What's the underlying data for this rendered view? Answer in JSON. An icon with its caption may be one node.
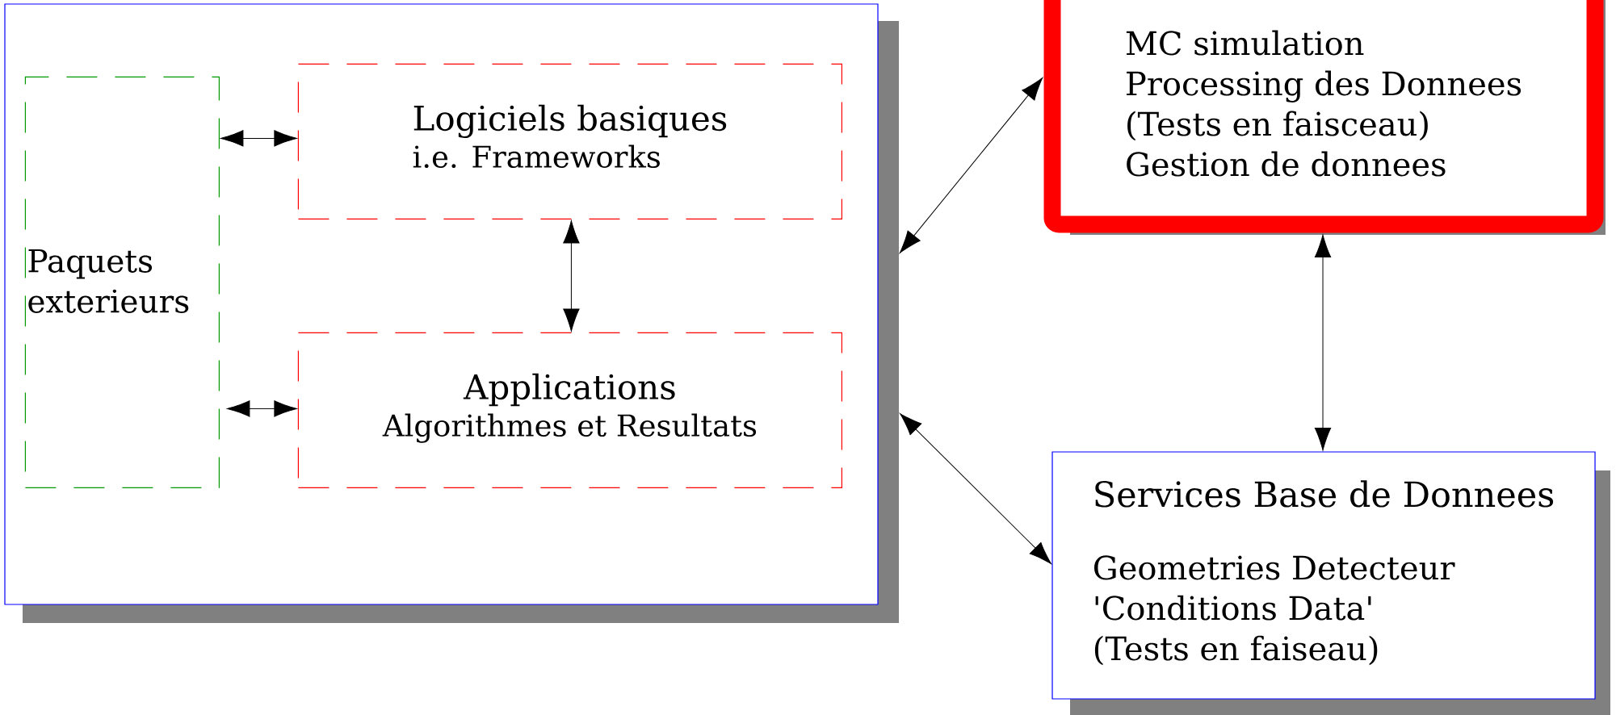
{
  "diagram": {
    "nodes": [
      {
        "text": [],
        "shape": "box"
      },
      {
        "text": [
          "Paquets exterieurs"
        ],
        "in": 0
      },
      {
        "text": [
          "Logiciels basiques",
          "i.e. Frameworks"
        ],
        "in": 0
      },
      {
        "text": [
          "Applications",
          "Algorithmes et Resultats"
        ],
        "in": 0
      },
      {
        "text": [
          "MC simulation",
          "Processing des Donnees",
          "(Tests en faisceau)",
          "Gestion de donnees"
        ]
      },
      {
        "text": [
          "Services Base de Donnees",
          "Geometries Detecteur",
          "'Conditions Data'",
          "(Tests en faiseau)"
        ]
      }
    ],
    "edges": [
      {
        "from": 0,
        "to": 4,
        "arrow": "both"
      },
      {
        "from": 4,
        "to": 5,
        "arrow": "both"
      },
      {
        "from": 0,
        "to": 5,
        "arrow": "both"
      },
      {
        "from": 1,
        "to": 2,
        "arrow": "both"
      },
      {
        "from": 1,
        "to": 3,
        "arrow": "both"
      },
      {
        "from": 2,
        "to": 3,
        "arrow": "both"
      }
    ]
  }
}
